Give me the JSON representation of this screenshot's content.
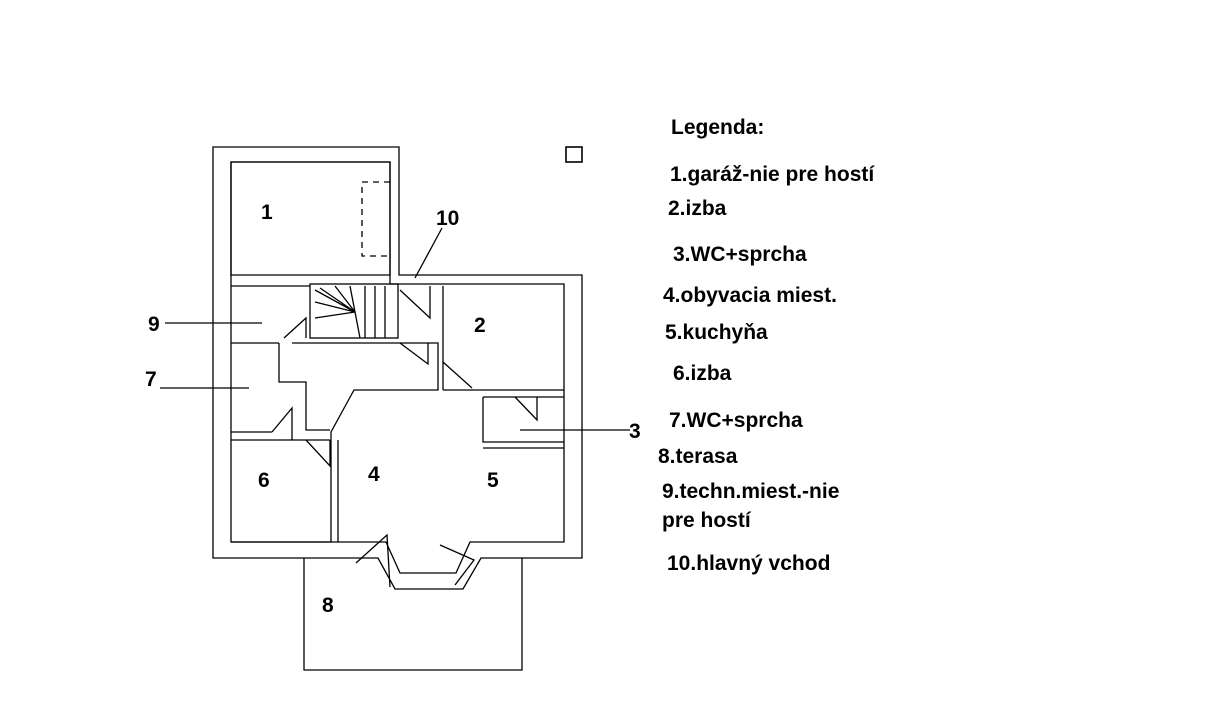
{
  "legend": {
    "title": "Legenda:",
    "items": [
      "1.garáž-nie pre hostí",
      "2.izba",
      "3.WC+sprcha",
      "4.obyvacia miest.",
      "5.kuchyňa",
      "6.izba",
      "7.WC+sprcha",
      "8.terasa",
      "9.techn.miest.-nie",
      "pre hostí",
      "10.hlavný vchod"
    ]
  },
  "plan": {
    "labels": [
      "1",
      "2",
      "3",
      "4",
      "5",
      "6",
      "7",
      "8",
      "9",
      "10"
    ]
  }
}
